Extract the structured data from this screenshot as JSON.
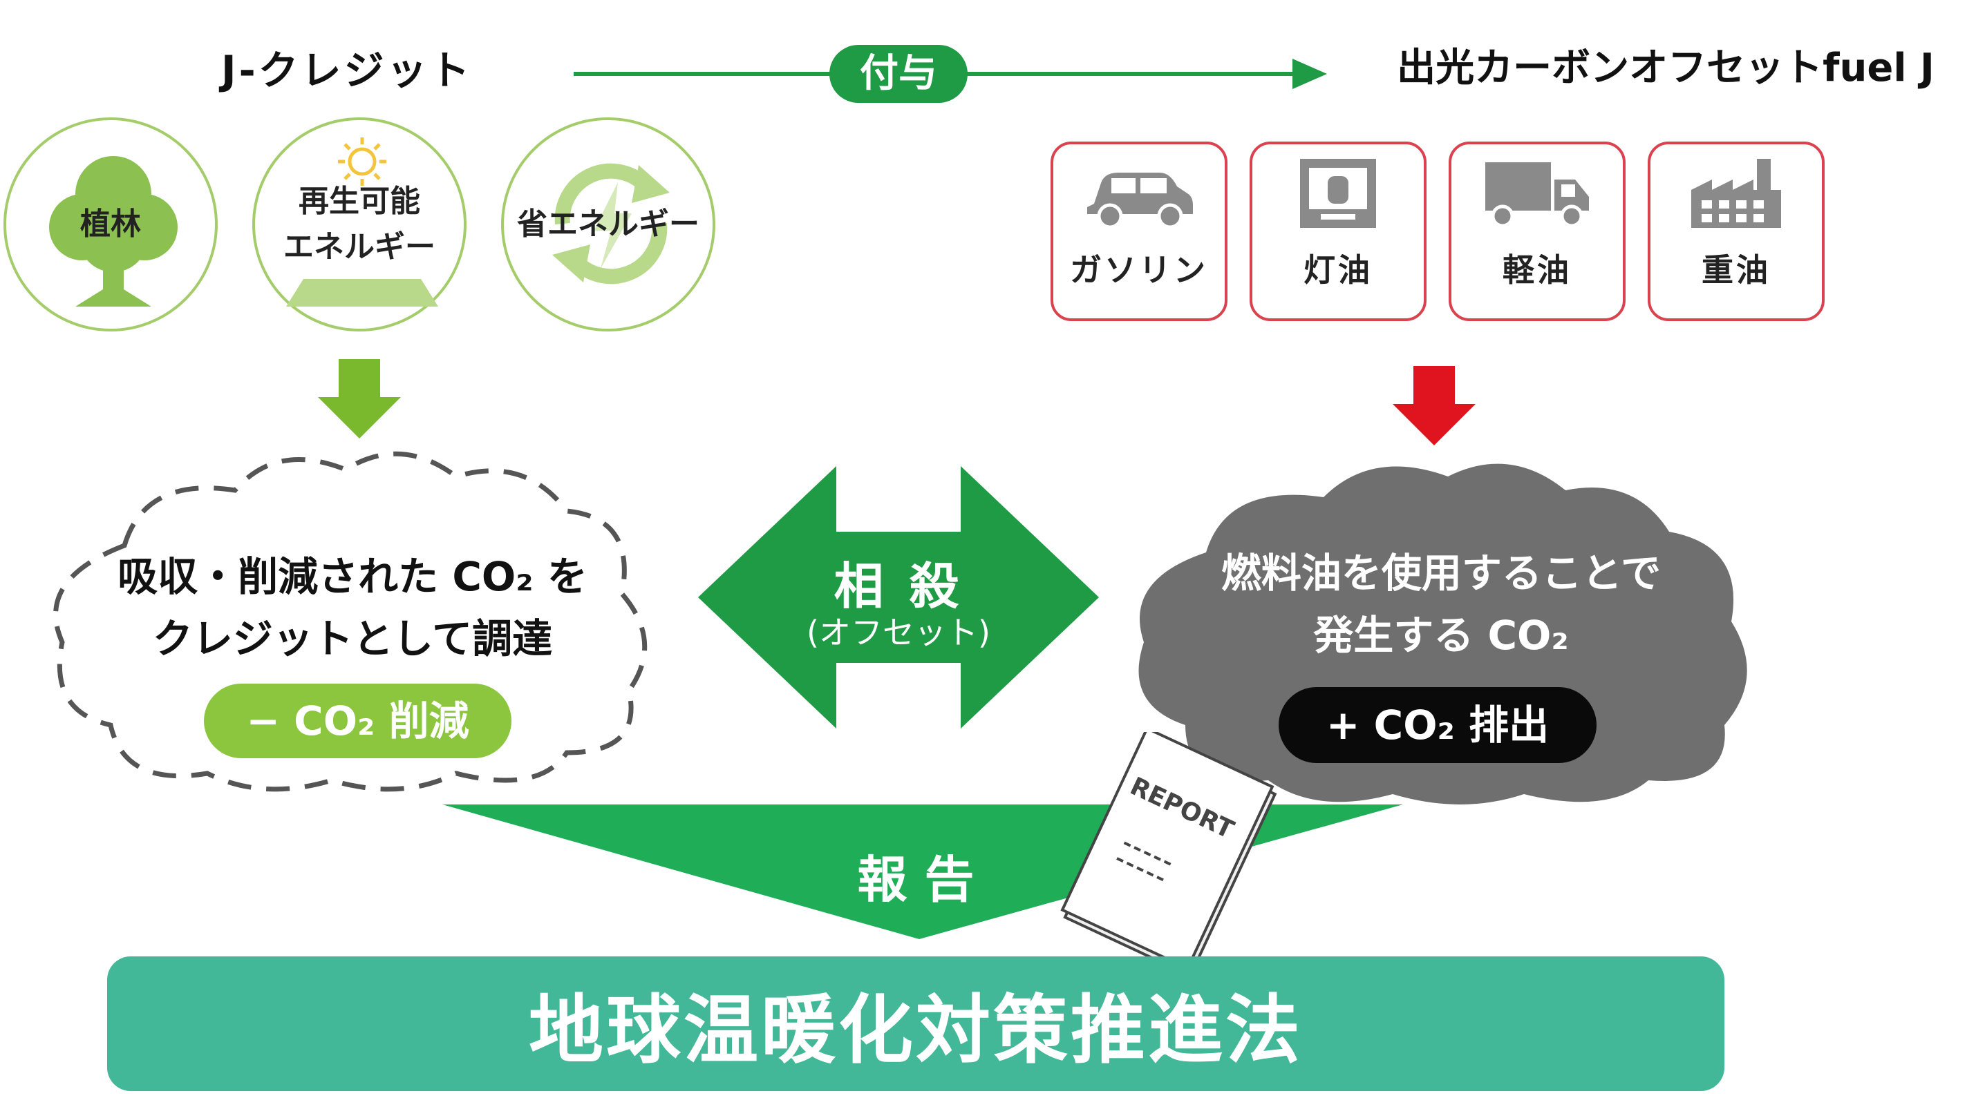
{
  "header": {
    "left_title": "J-クレジット",
    "right_title": "出光カーボンオフセットfuel J",
    "grant_label": "付与"
  },
  "credit_sources": [
    {
      "label": "植林",
      "icon": "tree-icon"
    },
    {
      "label": "再生可能\nエネルギー",
      "icon": "solar-panel-icon"
    },
    {
      "label": "省エネルギー",
      "icon": "recycle-arrows-icon"
    }
  ],
  "fuels": [
    {
      "label": "ガソリン",
      "icon": "car-icon"
    },
    {
      "label": "灯油",
      "icon": "kerosene-heater-icon"
    },
    {
      "label": "軽油",
      "icon": "truck-icon"
    },
    {
      "label": "重油",
      "icon": "factory-icon"
    }
  ],
  "left_cloud": {
    "text": "吸収・削減された CO₂ を\nクレジットとして調達",
    "pill": "− CO₂ 削減"
  },
  "center": {
    "title": "相 殺",
    "subtitle": "(オフセット)"
  },
  "right_cloud": {
    "text": "燃料油を使用することで\n発生する CO₂",
    "pill": "+ CO₂ 排出"
  },
  "report": {
    "label": "報 告",
    "document_text": "REPORT"
  },
  "footer": {
    "text": "地球温暖化対策推進法"
  },
  "colors": {
    "green_dark": "#1f9a45",
    "green_light": "#7ab82e",
    "bubble_border": "#a4cc6a",
    "red": "#d9424f",
    "red_arrow": "#e0141e",
    "cloud_gray": "#6f6f6f",
    "footer_teal": "#42b898"
  }
}
